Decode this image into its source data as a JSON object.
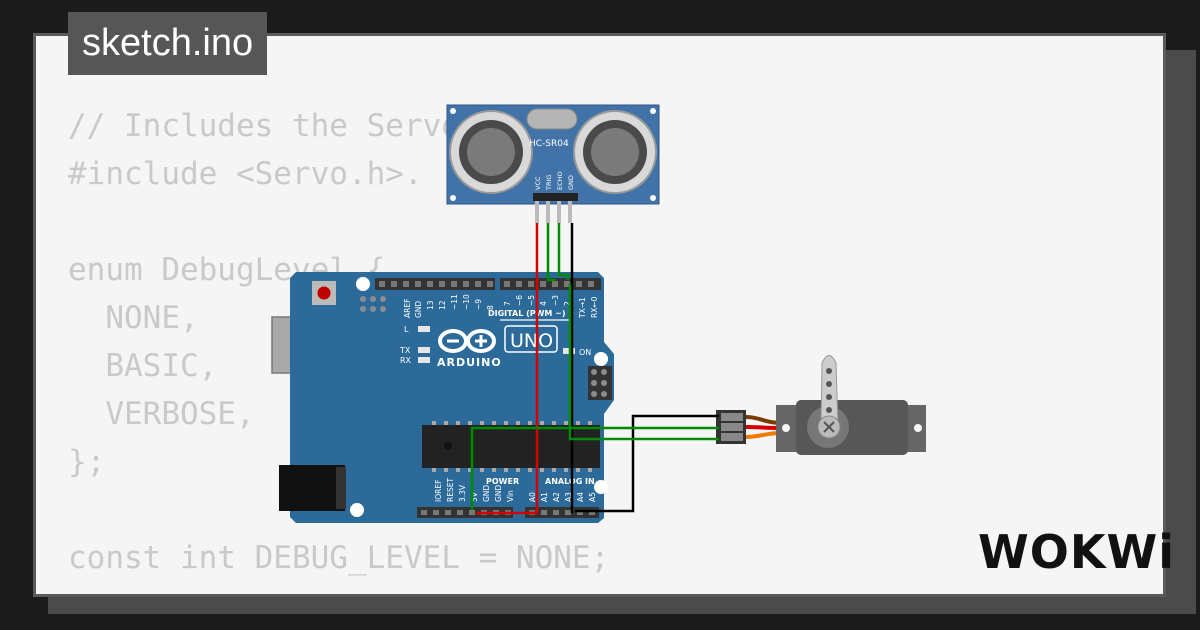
{
  "file_tab": {
    "name": "sketch.ino"
  },
  "code_lines": [
    "// Includes the Servo",
    "#include <Servo.h>.",
    "",
    "enum DebugLevel {",
    "  NONE,",
    "  BASIC,",
    "  VERBOSE,",
    "};",
    "",
    "const int DEBUG_LEVEL = NONE;"
  ],
  "sensor": {
    "model": "HC-SR04",
    "pins": [
      "VCC",
      "TRIG",
      "ECHO",
      "GND"
    ]
  },
  "arduino": {
    "logo_text": "ARDUINO",
    "model": "UNO",
    "digital_header": "DIGITAL (PWM ~)",
    "digital_pins": [
      "AREF",
      "GND",
      "13",
      "12",
      "~11",
      "~10",
      "~9",
      "8",
      "7",
      "~6",
      "~5",
      "4",
      "~3",
      "2",
      "TX→1",
      "RX←0"
    ],
    "power_header": "POWER",
    "power_pins": [
      "IOREF",
      "RESET",
      "3.3V",
      "5V",
      "GND",
      "GND",
      "Vin"
    ],
    "analog_header": "ANALOG IN",
    "analog_pins": [
      "A0",
      "A1",
      "A2",
      "A3",
      "A4",
      "A5"
    ],
    "led_labels": {
      "l": "L",
      "tx": "TX",
      "rx": "RX",
      "on": "ON"
    }
  },
  "brand": {
    "logo": "WOKWi"
  },
  "colors": {
    "background": "#1b1b1b",
    "card": "#f5f5f5",
    "code_text": "#c9c9c9",
    "board": "#2c6a99",
    "sensor_board": "#4173a8",
    "wire_red": "#d40000",
    "wire_green": "#008a00",
    "wire_black": "#000000",
    "servo_orange": "#f07a00"
  }
}
